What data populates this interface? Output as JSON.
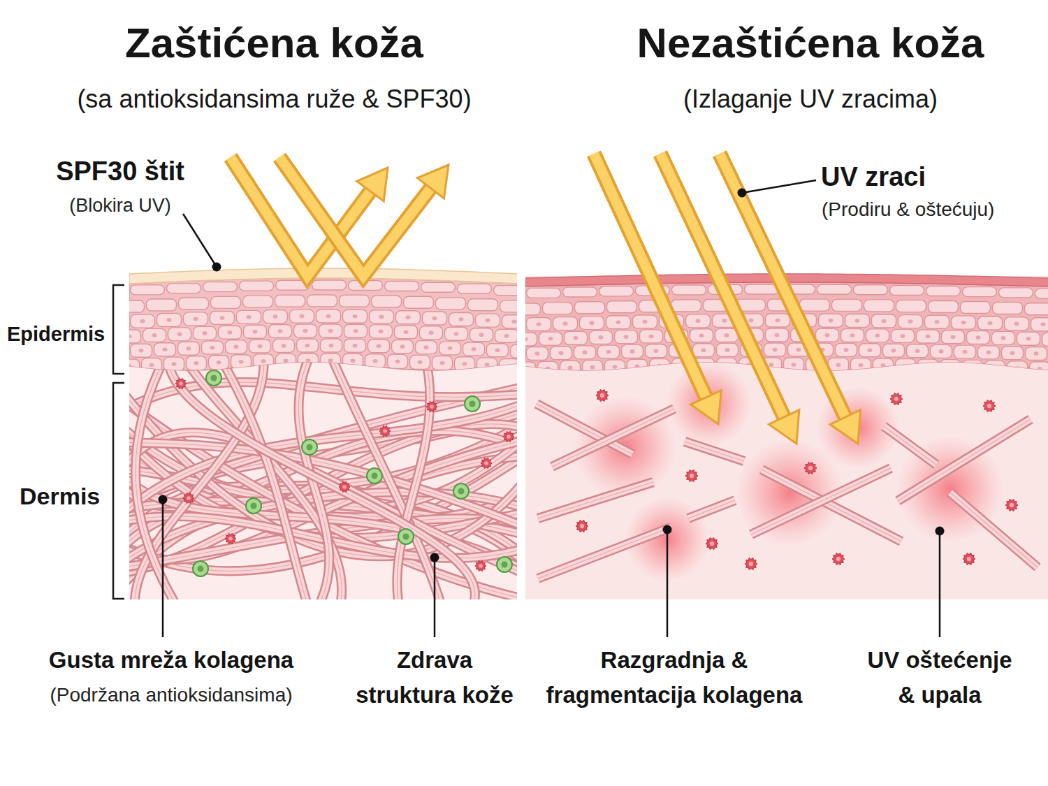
{
  "diagram": {
    "nodes": [
      {
        "text": [
          "Zaštićena koža",
          "(sa antioksidansima ruže & SPF30)"
        ]
      },
      {
        "text": [
          "Nezaštićena koža",
          "(Izlaganje UV zracima)"
        ]
      }
    ],
    "labels": [
      "SPF30 štit",
      "(Blokira UV)",
      "Epidermis",
      "Dermis",
      "UV zraci",
      "(Prodiru & oštećuju)",
      "Gusta mreža kolagena",
      "(Podržana antioksidansima)",
      "Zdrava struktura kože",
      "Razgradnja & fragmentacija kolagena",
      "UV oštećenje & upala"
    ]
  }
}
